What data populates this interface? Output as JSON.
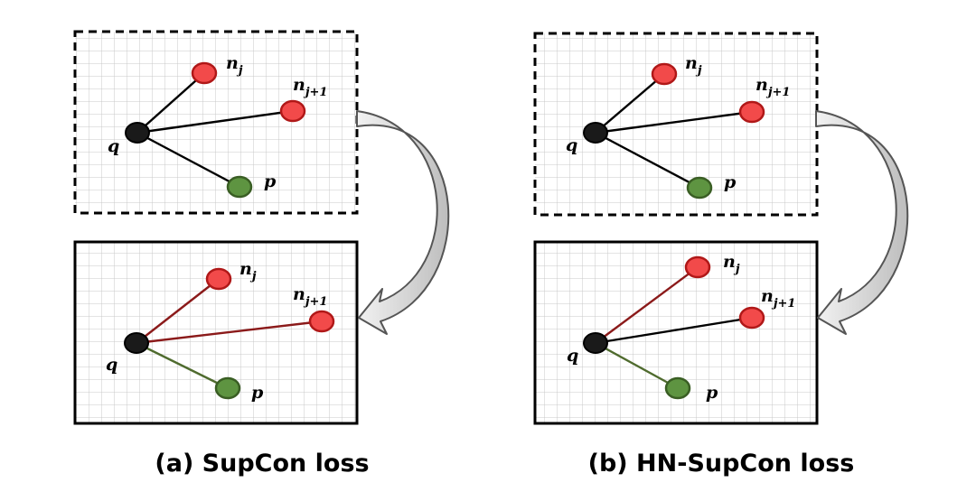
{
  "panels": [
    {
      "caption": "(a) SupCon loss",
      "before": {
        "labels": {
          "q": "q",
          "nj": "n",
          "nj_sub": "j",
          "nj1": "n",
          "nj1_sub": "j+1",
          "p": "p"
        },
        "edge_colors": {
          "nj": "#000000",
          "nj1": "#000000",
          "p": "#000000"
        }
      },
      "after": {
        "labels": {
          "q": "q",
          "nj": "n",
          "nj_sub": "j",
          "nj1": "n",
          "nj1_sub": "j+1",
          "p": "p"
        },
        "edge_colors": {
          "nj": "#8b1a1a",
          "nj1": "#8b1a1a",
          "p": "#4f6b2e"
        }
      }
    },
    {
      "caption": "(b) HN-SupCon loss",
      "before": {
        "labels": {
          "q": "q",
          "nj": "n",
          "nj_sub": "j",
          "nj1": "n",
          "nj1_sub": "j+1",
          "p": "p"
        },
        "edge_colors": {
          "nj": "#000000",
          "nj1": "#000000",
          "p": "#000000"
        }
      },
      "after": {
        "labels": {
          "q": "q",
          "nj": "n",
          "nj_sub": "j",
          "nj1": "n",
          "nj1_sub": "j+1",
          "p": "p"
        },
        "edge_colors": {
          "nj": "#8b1a1a",
          "nj1": "#000000",
          "p": "#4f6b2e"
        }
      }
    }
  ],
  "colors": {
    "query": "#1a1a1a",
    "negative_fill": "#f24a4a",
    "negative_stroke": "#b01818",
    "positive_fill": "#5e9441",
    "positive_stroke": "#3a5e24",
    "grid": "#c8c8c8",
    "arrow_fill": "#d6d6d6",
    "arrow_stroke": "#555555"
  }
}
